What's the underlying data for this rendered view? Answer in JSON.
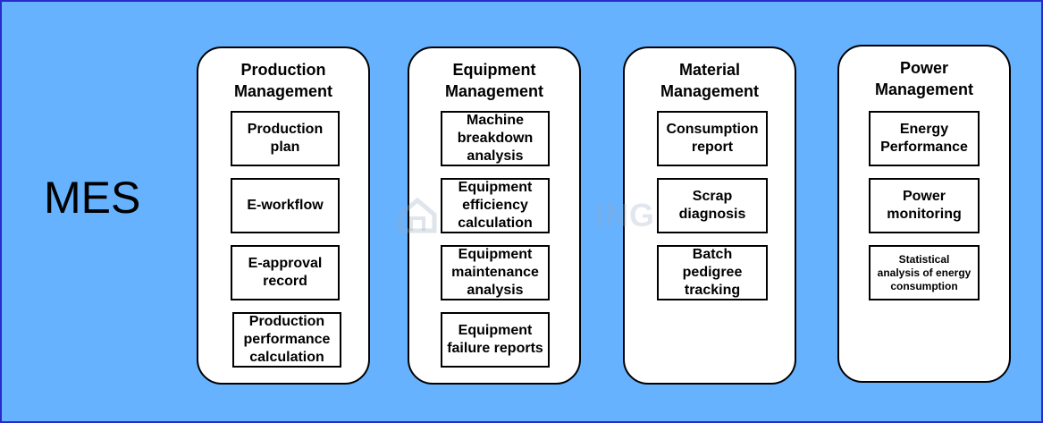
{
  "root": {
    "label": "MES"
  },
  "watermark": {
    "text": "ING"
  },
  "columns": [
    {
      "title": "Production\nManagement",
      "items": [
        "Production\nplan",
        "E-workflow",
        "E-approval\nrecord",
        "Production\nperformance\ncalculation"
      ]
    },
    {
      "title": "Equipment\nManagement",
      "items": [
        "Machine\nbreakdown\nanalysis",
        "Equipment\nefficiency\ncalculation",
        "Equipment\nmaintenance\nanalysis",
        "Equipment\nfailure reports"
      ]
    },
    {
      "title": "Material\nManagement",
      "items": [
        "Consumption\nreport",
        "Scrap\ndiagnosis",
        "Batch\npedigree\ntracking"
      ]
    },
    {
      "title": "Power\nManagement",
      "items": [
        "Energy\nPerformance",
        "Power\nmonitoring",
        "Statistical\nanalysis of energy\nconsumption"
      ]
    }
  ]
}
